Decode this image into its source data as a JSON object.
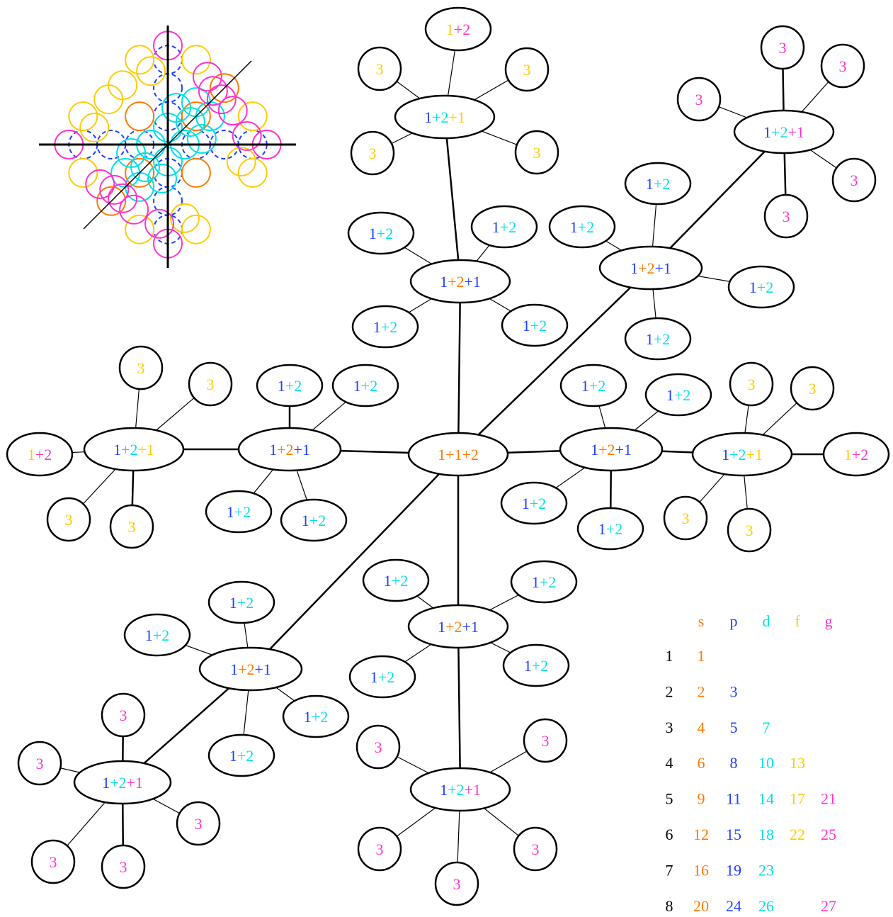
{
  "colors": {
    "s": "#ff7a00",
    "p": "#1f3fff",
    "d": "#00e0e8",
    "f": "#ffcc00",
    "g": "#ff33cc",
    "line": "#000000"
  },
  "inset_icon": "circle-packing-icon",
  "nodes": [
    {
      "id": "center",
      "parts": [
        {
          "t": "1",
          "c": "s"
        },
        {
          "t": "+",
          "c": "s"
        },
        {
          "t": "1",
          "c": "s"
        },
        {
          "t": "+",
          "c": "s"
        },
        {
          "t": "2",
          "c": "s"
        }
      ]
    },
    {
      "id": "hub-up",
      "parts": [
        {
          "t": "1",
          "c": "p"
        },
        {
          "t": "+",
          "c": "s"
        },
        {
          "t": "2",
          "c": "s"
        },
        {
          "t": "+",
          "c": "p"
        },
        {
          "t": "1",
          "c": "p"
        }
      ]
    },
    {
      "id": "hub-down",
      "parts": [
        {
          "t": "1",
          "c": "p"
        },
        {
          "t": "+",
          "c": "s"
        },
        {
          "t": "2",
          "c": "s"
        },
        {
          "t": "+",
          "c": "p"
        },
        {
          "t": "1",
          "c": "p"
        }
      ]
    },
    {
      "id": "hub-left",
      "parts": [
        {
          "t": "1",
          "c": "p"
        },
        {
          "t": "+",
          "c": "s"
        },
        {
          "t": "2",
          "c": "s"
        },
        {
          "t": "+",
          "c": "p"
        },
        {
          "t": "1",
          "c": "p"
        }
      ]
    },
    {
      "id": "hub-right",
      "parts": [
        {
          "t": "1",
          "c": "p"
        },
        {
          "t": "+",
          "c": "s"
        },
        {
          "t": "2",
          "c": "s"
        },
        {
          "t": "+",
          "c": "p"
        },
        {
          "t": "1",
          "c": "p"
        }
      ]
    },
    {
      "id": "hub-diag-ur",
      "parts": [
        {
          "t": "1",
          "c": "p"
        },
        {
          "t": "+",
          "c": "s"
        },
        {
          "t": "2",
          "c": "s"
        },
        {
          "t": "+",
          "c": "p"
        },
        {
          "t": "1",
          "c": "p"
        }
      ]
    },
    {
      "id": "hub-diag-ll",
      "parts": [
        {
          "t": "1",
          "c": "p"
        },
        {
          "t": "+",
          "c": "s"
        },
        {
          "t": "2",
          "c": "s"
        },
        {
          "t": "+",
          "c": "p"
        },
        {
          "t": "1",
          "c": "p"
        }
      ]
    },
    {
      "id": "far-up",
      "parts": [
        {
          "t": "1",
          "c": "p"
        },
        {
          "t": "+",
          "c": "d"
        },
        {
          "t": "2",
          "c": "d"
        },
        {
          "t": "+",
          "c": "f"
        },
        {
          "t": "1",
          "c": "f"
        }
      ]
    },
    {
      "id": "far-left",
      "parts": [
        {
          "t": "1",
          "c": "p"
        },
        {
          "t": "+",
          "c": "d"
        },
        {
          "t": "2",
          "c": "d"
        },
        {
          "t": "+",
          "c": "f"
        },
        {
          "t": "1",
          "c": "f"
        }
      ]
    },
    {
      "id": "far-right",
      "parts": [
        {
          "t": "1",
          "c": "p"
        },
        {
          "t": "+",
          "c": "d"
        },
        {
          "t": "2",
          "c": "d"
        },
        {
          "t": "+",
          "c": "f"
        },
        {
          "t": "1",
          "c": "f"
        }
      ]
    },
    {
      "id": "far-down",
      "parts": [
        {
          "t": "1",
          "c": "p"
        },
        {
          "t": "+",
          "c": "d"
        },
        {
          "t": "2",
          "c": "d"
        },
        {
          "t": "+",
          "c": "g"
        },
        {
          "t": "1",
          "c": "g"
        }
      ]
    },
    {
      "id": "far-ur",
      "parts": [
        {
          "t": "1",
          "c": "p"
        },
        {
          "t": "+",
          "c": "d"
        },
        {
          "t": "2",
          "c": "d"
        },
        {
          "t": "+",
          "c": "g"
        },
        {
          "t": "1",
          "c": "g"
        }
      ]
    },
    {
      "id": "far-ll",
      "parts": [
        {
          "t": "1",
          "c": "p"
        },
        {
          "t": "+",
          "c": "d"
        },
        {
          "t": "2",
          "c": "d"
        },
        {
          "t": "+",
          "c": "g"
        },
        {
          "t": "1",
          "c": "g"
        }
      ]
    },
    {
      "id": "u-1",
      "parts": [
        {
          "t": "1",
          "c": "p"
        },
        {
          "t": "+",
          "c": "d"
        },
        {
          "t": "2",
          "c": "d"
        }
      ]
    },
    {
      "id": "u-2",
      "parts": [
        {
          "t": "1",
          "c": "p"
        },
        {
          "t": "+",
          "c": "d"
        },
        {
          "t": "2",
          "c": "d"
        }
      ]
    },
    {
      "id": "u-3",
      "parts": [
        {
          "t": "1",
          "c": "p"
        },
        {
          "t": "+",
          "c": "d"
        },
        {
          "t": "2",
          "c": "d"
        }
      ]
    },
    {
      "id": "u-4",
      "parts": [
        {
          "t": "1",
          "c": "p"
        },
        {
          "t": "+",
          "c": "d"
        },
        {
          "t": "2",
          "c": "d"
        }
      ]
    },
    {
      "id": "d-1",
      "parts": [
        {
          "t": "1",
          "c": "p"
        },
        {
          "t": "+",
          "c": "d"
        },
        {
          "t": "2",
          "c": "d"
        }
      ]
    },
    {
      "id": "d-2",
      "parts": [
        {
          "t": "1",
          "c": "p"
        },
        {
          "t": "+",
          "c": "d"
        },
        {
          "t": "2",
          "c": "d"
        }
      ]
    },
    {
      "id": "d-3",
      "parts": [
        {
          "t": "1",
          "c": "p"
        },
        {
          "t": "+",
          "c": "d"
        },
        {
          "t": "2",
          "c": "d"
        }
      ]
    },
    {
      "id": "d-4",
      "parts": [
        {
          "t": "1",
          "c": "p"
        },
        {
          "t": "+",
          "c": "d"
        },
        {
          "t": "2",
          "c": "d"
        }
      ]
    },
    {
      "id": "l-1",
      "parts": [
        {
          "t": "1",
          "c": "p"
        },
        {
          "t": "+",
          "c": "d"
        },
        {
          "t": "2",
          "c": "d"
        }
      ]
    },
    {
      "id": "l-2",
      "parts": [
        {
          "t": "1",
          "c": "p"
        },
        {
          "t": "+",
          "c": "d"
        },
        {
          "t": "2",
          "c": "d"
        }
      ]
    },
    {
      "id": "l-3",
      "parts": [
        {
          "t": "1",
          "c": "p"
        },
        {
          "t": "+",
          "c": "d"
        },
        {
          "t": "2",
          "c": "d"
        }
      ]
    },
    {
      "id": "l-4",
      "parts": [
        {
          "t": "1",
          "c": "p"
        },
        {
          "t": "+",
          "c": "d"
        },
        {
          "t": "2",
          "c": "d"
        }
      ]
    },
    {
      "id": "r-1",
      "parts": [
        {
          "t": "1",
          "c": "p"
        },
        {
          "t": "+",
          "c": "d"
        },
        {
          "t": "2",
          "c": "d"
        }
      ]
    },
    {
      "id": "r-2",
      "parts": [
        {
          "t": "1",
          "c": "p"
        },
        {
          "t": "+",
          "c": "d"
        },
        {
          "t": "2",
          "c": "d"
        }
      ]
    },
    {
      "id": "r-3",
      "parts": [
        {
          "t": "1",
          "c": "p"
        },
        {
          "t": "+",
          "c": "d"
        },
        {
          "t": "2",
          "c": "d"
        }
      ]
    },
    {
      "id": "r-4",
      "parts": [
        {
          "t": "1",
          "c": "p"
        },
        {
          "t": "+",
          "c": "d"
        },
        {
          "t": "2",
          "c": "d"
        }
      ]
    },
    {
      "id": "ur-1",
      "parts": [
        {
          "t": "1",
          "c": "p"
        },
        {
          "t": "+",
          "c": "d"
        },
        {
          "t": "2",
          "c": "d"
        }
      ]
    },
    {
      "id": "ur-2",
      "parts": [
        {
          "t": "1",
          "c": "p"
        },
        {
          "t": "+",
          "c": "d"
        },
        {
          "t": "2",
          "c": "d"
        }
      ]
    },
    {
      "id": "ur-3",
      "parts": [
        {
          "t": "1",
          "c": "p"
        },
        {
          "t": "+",
          "c": "d"
        },
        {
          "t": "2",
          "c": "d"
        }
      ]
    },
    {
      "id": "ur-4",
      "parts": [
        {
          "t": "1",
          "c": "p"
        },
        {
          "t": "+",
          "c": "d"
        },
        {
          "t": "2",
          "c": "d"
        }
      ]
    },
    {
      "id": "ll-1",
      "parts": [
        {
          "t": "1",
          "c": "p"
        },
        {
          "t": "+",
          "c": "d"
        },
        {
          "t": "2",
          "c": "d"
        }
      ]
    },
    {
      "id": "ll-2",
      "parts": [
        {
          "t": "1",
          "c": "p"
        },
        {
          "t": "+",
          "c": "d"
        },
        {
          "t": "2",
          "c": "d"
        }
      ]
    },
    {
      "id": "ll-3",
      "parts": [
        {
          "t": "1",
          "c": "p"
        },
        {
          "t": "+",
          "c": "d"
        },
        {
          "t": "2",
          "c": "d"
        }
      ]
    },
    {
      "id": "ll-4",
      "parts": [
        {
          "t": "1",
          "c": "p"
        },
        {
          "t": "+",
          "c": "d"
        },
        {
          "t": "2",
          "c": "d"
        }
      ]
    },
    {
      "id": "fu-top",
      "parts": [
        {
          "t": "1",
          "c": "f"
        },
        {
          "t": "+",
          "c": "g"
        },
        {
          "t": "2",
          "c": "g"
        }
      ]
    },
    {
      "id": "fu-1",
      "parts": [
        {
          "t": "3",
          "c": "f"
        }
      ]
    },
    {
      "id": "fu-2",
      "parts": [
        {
          "t": "3",
          "c": "f"
        }
      ]
    },
    {
      "id": "fu-3",
      "parts": [
        {
          "t": "3",
          "c": "f"
        }
      ]
    },
    {
      "id": "fu-4",
      "parts": [
        {
          "t": "3",
          "c": "f"
        }
      ]
    },
    {
      "id": "fl-left",
      "parts": [
        {
          "t": "1",
          "c": "f"
        },
        {
          "t": "+",
          "c": "g"
        },
        {
          "t": "2",
          "c": "g"
        }
      ]
    },
    {
      "id": "fl-1",
      "parts": [
        {
          "t": "3",
          "c": "f"
        }
      ]
    },
    {
      "id": "fl-2",
      "parts": [
        {
          "t": "3",
          "c": "f"
        }
      ]
    },
    {
      "id": "fl-3",
      "parts": [
        {
          "t": "3",
          "c": "f"
        }
      ]
    },
    {
      "id": "fl-4",
      "parts": [
        {
          "t": "3",
          "c": "f"
        }
      ]
    },
    {
      "id": "fr-right",
      "parts": [
        {
          "t": "1",
          "c": "f"
        },
        {
          "t": "+",
          "c": "g"
        },
        {
          "t": "2",
          "c": "g"
        }
      ]
    },
    {
      "id": "fr-1",
      "parts": [
        {
          "t": "3",
          "c": "f"
        }
      ]
    },
    {
      "id": "fr-2",
      "parts": [
        {
          "t": "3",
          "c": "f"
        }
      ]
    },
    {
      "id": "fr-3",
      "parts": [
        {
          "t": "3",
          "c": "f"
        }
      ]
    },
    {
      "id": "fr-4",
      "parts": [
        {
          "t": "3",
          "c": "f"
        }
      ]
    },
    {
      "id": "fd-1",
      "parts": [
        {
          "t": "3",
          "c": "g"
        }
      ]
    },
    {
      "id": "fd-2",
      "parts": [
        {
          "t": "3",
          "c": "g"
        }
      ]
    },
    {
      "id": "fd-3",
      "parts": [
        {
          "t": "3",
          "c": "g"
        }
      ]
    },
    {
      "id": "fd-4",
      "parts": [
        {
          "t": "3",
          "c": "g"
        }
      ]
    },
    {
      "id": "fd-5",
      "parts": [
        {
          "t": "3",
          "c": "g"
        }
      ]
    },
    {
      "id": "fur-1",
      "parts": [
        {
          "t": "3",
          "c": "g"
        }
      ]
    },
    {
      "id": "fur-2",
      "parts": [
        {
          "t": "3",
          "c": "g"
        }
      ]
    },
    {
      "id": "fur-3",
      "parts": [
        {
          "t": "3",
          "c": "g"
        }
      ]
    },
    {
      "id": "fur-4",
      "parts": [
        {
          "t": "3",
          "c": "g"
        }
      ]
    },
    {
      "id": "fur-5",
      "parts": [
        {
          "t": "3",
          "c": "g"
        }
      ]
    },
    {
      "id": "fll-1",
      "parts": [
        {
          "t": "3",
          "c": "g"
        }
      ]
    },
    {
      "id": "fll-2",
      "parts": [
        {
          "t": "3",
          "c": "g"
        }
      ]
    },
    {
      "id": "fll-3",
      "parts": [
        {
          "t": "3",
          "c": "g"
        }
      ]
    },
    {
      "id": "fll-4",
      "parts": [
        {
          "t": "3",
          "c": "g"
        }
      ]
    },
    {
      "id": "fll-5",
      "parts": [
        {
          "t": "3",
          "c": "g"
        }
      ]
    }
  ],
  "edges": [
    [
      "center",
      "hub-up"
    ],
    [
      "center",
      "hub-down"
    ],
    [
      "center",
      "hub-left"
    ],
    [
      "center",
      "hub-right"
    ],
    [
      "center",
      "hub-diag-ur"
    ],
    [
      "center",
      "hub-diag-ll"
    ],
    [
      "hub-up",
      "far-up"
    ],
    [
      "hub-left",
      "far-left"
    ],
    [
      "hub-right",
      "far-right"
    ],
    [
      "hub-down",
      "far-down"
    ],
    [
      "hub-diag-ur",
      "far-ur"
    ],
    [
      "hub-diag-ll",
      "far-ll"
    ],
    [
      "hub-up",
      "u-1"
    ],
    [
      "hub-up",
      "u-2"
    ],
    [
      "hub-up",
      "u-3"
    ],
    [
      "hub-up",
      "u-4"
    ],
    [
      "hub-down",
      "d-1"
    ],
    [
      "hub-down",
      "d-2"
    ],
    [
      "hub-down",
      "d-3"
    ],
    [
      "hub-down",
      "d-4"
    ],
    [
      "hub-left",
      "l-1"
    ],
    [
      "hub-left",
      "l-2"
    ],
    [
      "hub-left",
      "l-3"
    ],
    [
      "hub-left",
      "l-4"
    ],
    [
      "hub-right",
      "r-1"
    ],
    [
      "hub-right",
      "r-2"
    ],
    [
      "hub-right",
      "r-3"
    ],
    [
      "hub-right",
      "r-4"
    ],
    [
      "hub-diag-ur",
      "ur-1"
    ],
    [
      "hub-diag-ur",
      "ur-2"
    ],
    [
      "hub-diag-ur",
      "ur-3"
    ],
    [
      "hub-diag-ur",
      "ur-4"
    ],
    [
      "hub-diag-ll",
      "ll-1"
    ],
    [
      "hub-diag-ll",
      "ll-2"
    ],
    [
      "hub-diag-ll",
      "ll-3"
    ],
    [
      "hub-diag-ll",
      "ll-4"
    ],
    [
      "far-up",
      "fu-top"
    ],
    [
      "far-up",
      "fu-1"
    ],
    [
      "far-up",
      "fu-2"
    ],
    [
      "far-up",
      "fu-3"
    ],
    [
      "far-up",
      "fu-4"
    ],
    [
      "far-left",
      "fl-left"
    ],
    [
      "far-left",
      "fl-1"
    ],
    [
      "far-left",
      "fl-2"
    ],
    [
      "far-left",
      "fl-3"
    ],
    [
      "far-left",
      "fl-4"
    ],
    [
      "far-right",
      "fr-right"
    ],
    [
      "far-right",
      "fr-1"
    ],
    [
      "far-right",
      "fr-2"
    ],
    [
      "far-right",
      "fr-3"
    ],
    [
      "far-right",
      "fr-4"
    ],
    [
      "far-down",
      "fd-1"
    ],
    [
      "far-down",
      "fd-2"
    ],
    [
      "far-down",
      "fd-3"
    ],
    [
      "far-down",
      "fd-4"
    ],
    [
      "far-down",
      "fd-5"
    ],
    [
      "far-ur",
      "fur-1"
    ],
    [
      "far-ur",
      "fur-2"
    ],
    [
      "far-ur",
      "fur-3"
    ],
    [
      "far-ur",
      "fur-4"
    ],
    [
      "far-ur",
      "fur-5"
    ],
    [
      "far-ll",
      "fll-1"
    ],
    [
      "far-ll",
      "fll-2"
    ],
    [
      "far-ll",
      "fll-3"
    ],
    [
      "far-ll",
      "fll-4"
    ],
    [
      "far-ll",
      "fll-5"
    ]
  ],
  "table": {
    "headers": [
      {
        "text": "s",
        "c": "s"
      },
      {
        "text": "p",
        "c": "p"
      },
      {
        "text": "d",
        "c": "d"
      },
      {
        "text": "f",
        "c": "f"
      },
      {
        "text": "g",
        "c": "g"
      }
    ],
    "rows": [
      {
        "n": "1",
        "cells": [
          "1",
          "",
          "",
          "",
          ""
        ]
      },
      {
        "n": "2",
        "cells": [
          "2",
          "3",
          "",
          "",
          ""
        ]
      },
      {
        "n": "3",
        "cells": [
          "4",
          "5",
          "7",
          "",
          ""
        ]
      },
      {
        "n": "4",
        "cells": [
          "6",
          "8",
          "10",
          "13",
          ""
        ]
      },
      {
        "n": "5",
        "cells": [
          "9",
          "11",
          "14",
          "17",
          "21"
        ]
      },
      {
        "n": "6",
        "cells": [
          "12",
          "15",
          "18",
          "22",
          "25"
        ]
      },
      {
        "n": "7",
        "cells": [
          "16",
          "19",
          "23",
          "",
          ""
        ]
      },
      {
        "n": "8",
        "cells": [
          "20",
          "24",
          "26",
          "",
          "27"
        ]
      }
    ]
  }
}
